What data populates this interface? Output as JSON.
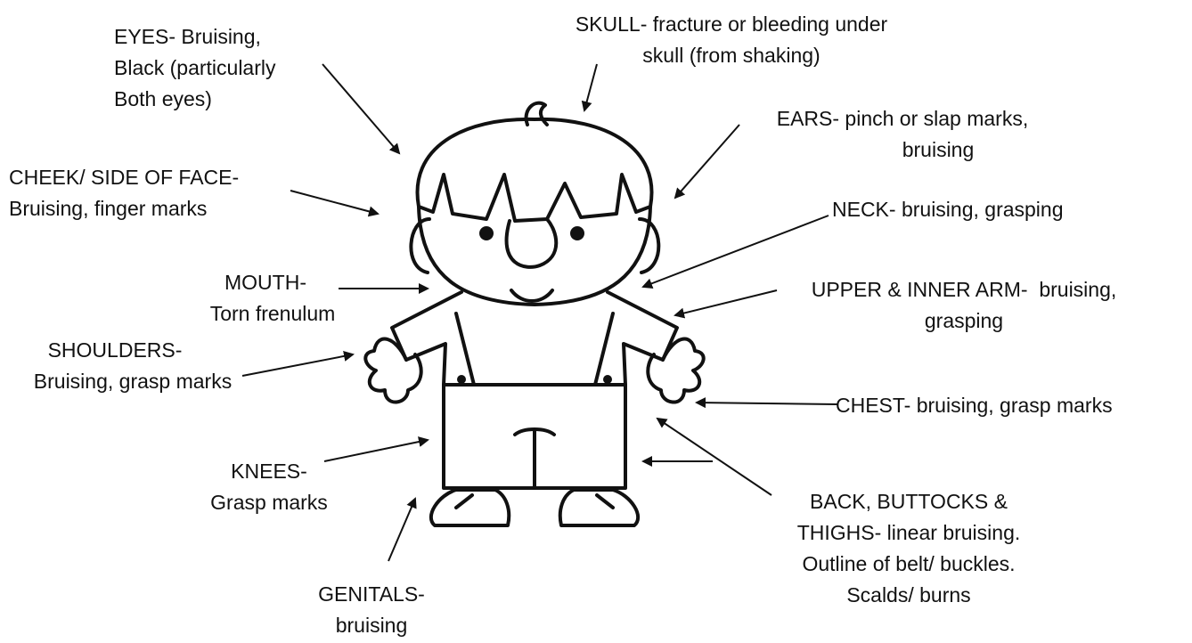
{
  "labels": {
    "eyes": {
      "line1": "EYES- Bruising,",
      "line2": "Black (particularly",
      "line3": "Both eyes)"
    },
    "skull": {
      "line1": "SKULL- fracture or bleeding under",
      "line2": "skull (from shaking)"
    },
    "cheek": {
      "line1": "CHEEK/ SIDE OF FACE-",
      "line2": "Bruising, finger marks"
    },
    "ears": {
      "line1": "EARS- pinch or slap marks,",
      "line2": "bruising"
    },
    "neck": {
      "line1": "NECK- bruising, grasping"
    },
    "mouth": {
      "line1": "MOUTH-",
      "line2": "Torn frenulum"
    },
    "upper_arm": {
      "line1": "UPPER & INNER ARM-  bruising,",
      "line2": "grasping"
    },
    "shoulders": {
      "line1": "SHOULDERS-",
      "line2": "Bruising, grasp marks"
    },
    "chest": {
      "line1": "CHEST- bruising, grasp marks"
    },
    "knees": {
      "line1": "KNEES-",
      "line2": "Grasp marks"
    },
    "back": {
      "line1": "BACK, BUTTOCKS &",
      "line2": "THIGHS- linear bruising.",
      "line3": "Outline of belt/ buckles.",
      "line4": "Scalds/ burns"
    },
    "genitals": {
      "line1": "GENITALS-",
      "line2": "bruising"
    }
  },
  "colors": {
    "ink": "#111111",
    "background": "#ffffff"
  }
}
